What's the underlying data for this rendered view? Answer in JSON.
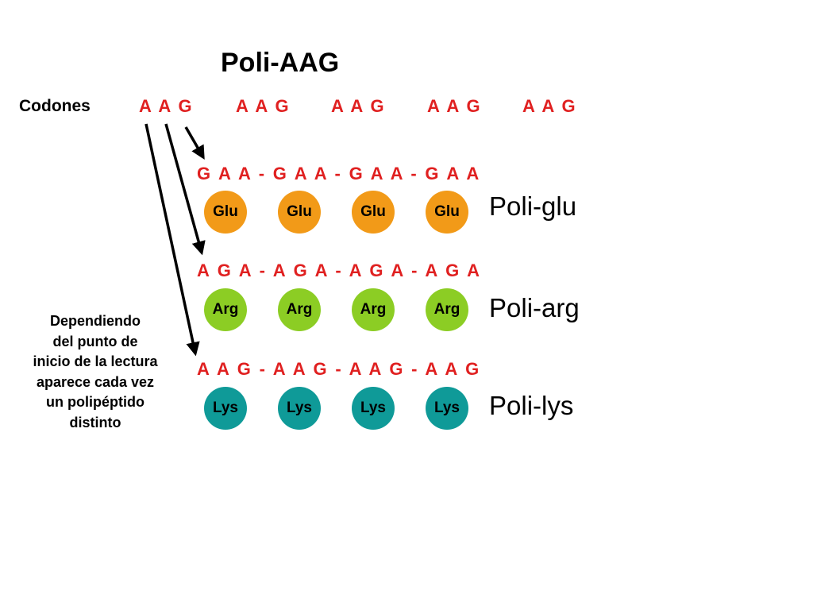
{
  "title": "Poli-AAG",
  "codones_label": "Codones",
  "codons": [
    "A A G",
    "A A G",
    "A A G",
    "A A G",
    "A A G"
  ],
  "frames": [
    {
      "sequence": "G A A - G A A - G A A - G A A",
      "amino_acids": [
        "Glu",
        "Glu",
        "Glu",
        "Glu"
      ],
      "polypeptide": "Poli-glu",
      "color": "#f29a18"
    },
    {
      "sequence": "A G A - A G A - A G A - A G A",
      "amino_acids": [
        "Arg",
        "Arg",
        "Arg",
        "Arg"
      ],
      "polypeptide": "Poli-arg",
      "color": "#8ccd24"
    },
    {
      "sequence": "A A G - A A G - A A G - A A G",
      "amino_acids": [
        "Lys",
        "Lys",
        "Lys",
        "Lys"
      ],
      "polypeptide": "Poli-lys",
      "color": "#0f9a98"
    }
  ],
  "note_lines": [
    "Dependiendo",
    "del punto de",
    "inicio de la lectura",
    "aparece cada vez",
    "un polipéptido",
    "distinto"
  ],
  "colors": {
    "nucleotide_text": "#e02020",
    "arrow": "#000000"
  }
}
